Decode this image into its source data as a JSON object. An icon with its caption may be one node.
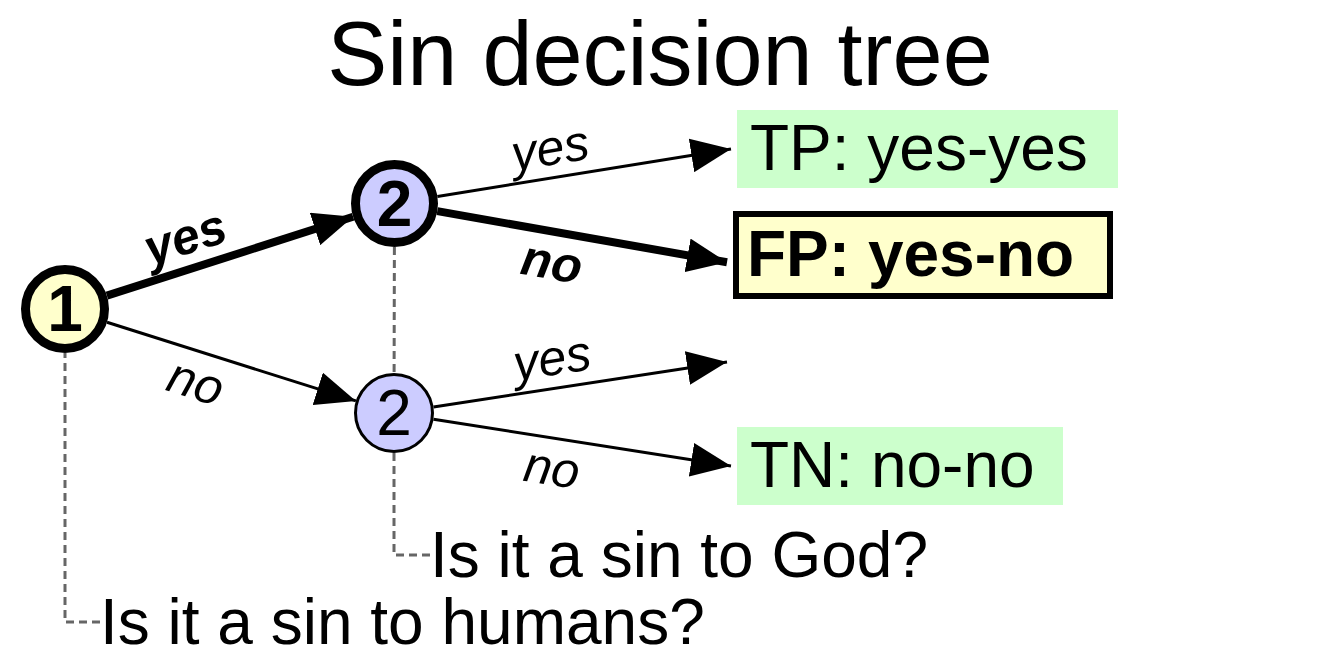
{
  "diagram": {
    "title": "Sin decision tree",
    "nodes": [
      {
        "text": [
          "1"
        ]
      },
      {
        "text": [
          "2"
        ]
      },
      {
        "text": [
          "2"
        ]
      },
      {
        "text": [
          "TP: yes-yes"
        ]
      },
      {
        "text": [
          "FP: yes-no"
        ]
      },
      {
        "text": [
          "TN: no-no"
        ]
      },
      {
        "text": [
          "Is it a sin to God?"
        ]
      },
      {
        "text": [
          "Is it a sin to humans?"
        ]
      }
    ],
    "edges": [
      {
        "from": 0,
        "to": 1,
        "arrow": "to",
        "label": "yes",
        "style": "thick"
      },
      {
        "from": 0,
        "to": 2,
        "arrow": "to",
        "label": "no"
      },
      {
        "from": 1,
        "to": 3,
        "arrow": "to",
        "label": "yes"
      },
      {
        "from": 1,
        "to": 4,
        "arrow": "to",
        "label": "no",
        "style": "thick"
      },
      {
        "from": 2,
        "to": null,
        "arrow": "to",
        "label": "yes"
      },
      {
        "from": 2,
        "to": 5,
        "arrow": "to",
        "label": "no"
      },
      {
        "from": 1,
        "to": 2,
        "arrow": "none",
        "style": "dashed",
        "color": "#666666"
      },
      {
        "from": 6,
        "to": 2,
        "arrow": "none",
        "style": "dashed",
        "color": "#666666"
      },
      {
        "from": 7,
        "to": 0,
        "arrow": "none",
        "style": "dashed",
        "color": "#666666"
      }
    ]
  }
}
